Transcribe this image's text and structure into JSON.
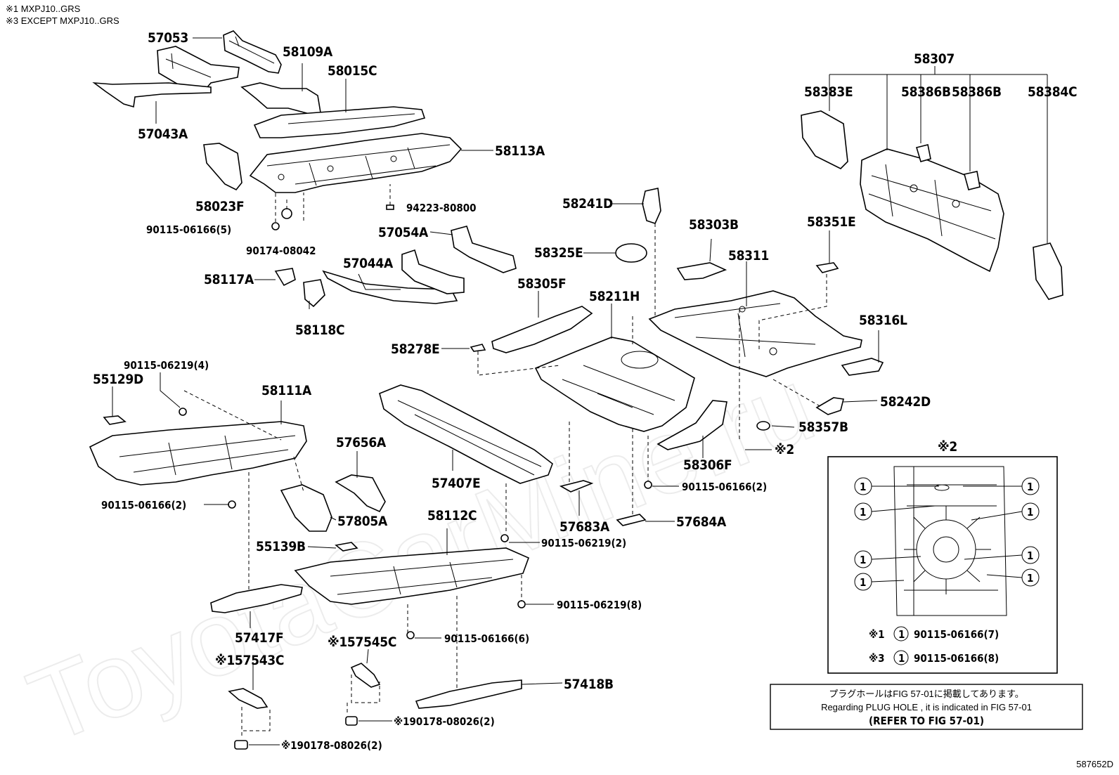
{
  "header_notes": [
    "※1 MXPJ10..GRS",
    "※3 EXCEPT MXPJ10..GRS"
  ],
  "watermark": "ToyotaCarMine.ru",
  "figure_id": "587652D",
  "labels": {
    "l57053": "57053",
    "l58109A": "58109A",
    "l58015C": "58015C",
    "l57043A": "57043A",
    "l58113A": "58113A",
    "l58023F": "58023F",
    "l94223": "94223-80800",
    "l90115_5": "90115-06166(5)",
    "l90174": "90174-08042",
    "l57054A": "57054A",
    "l57044A": "57044A",
    "l58117A": "58117A",
    "l58118C": "58118C",
    "l58241D": "58241D",
    "l58303B": "58303B",
    "l58351E": "58351E",
    "l58325E": "58325E",
    "l58311": "58311",
    "l58305F": "58305F",
    "l58211H": "58211H",
    "l58278E": "58278E",
    "l58316L": "58316L",
    "l58242D": "58242D",
    "l58357B": "58357B",
    "l58306F": "58306F",
    "lk2": "※2",
    "l90115_06219_4": "90115-06219(4)",
    "l55129D": "55129D",
    "l58111A": "58111A",
    "l57656A": "57656A",
    "l57407E": "57407E",
    "l57805A": "57805A",
    "l90115_2a": "90115-06166(2)",
    "l90115_2b": "90115-06166(2)",
    "l57683A": "57683A",
    "l57684A": "57684A",
    "l58112C": "58112C",
    "l90115_06219_2": "90115-06219(2)",
    "l55139B": "55139B",
    "l90115_06219_8": "90115-06219(8)",
    "l57417F": "57417F",
    "l90115_6": "90115-06166(6)",
    "l57545C": "※157545C",
    "l57543C": "※157543C",
    "l57418B": "57418B",
    "l90178a": "※190178-08026(2)",
    "l90178b": "※190178-08026(2)",
    "l58307": "58307",
    "l58383E": "58383E",
    "l58386Ba": "58386B",
    "l58386Bb": "58386B",
    "l58384C": "58384C"
  },
  "inset": {
    "title": "※2",
    "callout": "1",
    "legend": [
      {
        "mark": "※1",
        "num": "1",
        "part": "90115-06166(7)"
      },
      {
        "mark": "※3",
        "num": "1",
        "part": "90115-06166(8)"
      }
    ]
  },
  "notice": {
    "line_jp": "プラグホールはFIG 57-01に掲載してあります。",
    "line_en": "Regarding PLUG HOLE , it is indicated in FIG 57-01",
    "line_ref": "(REFER TO FIG 57-01)"
  }
}
